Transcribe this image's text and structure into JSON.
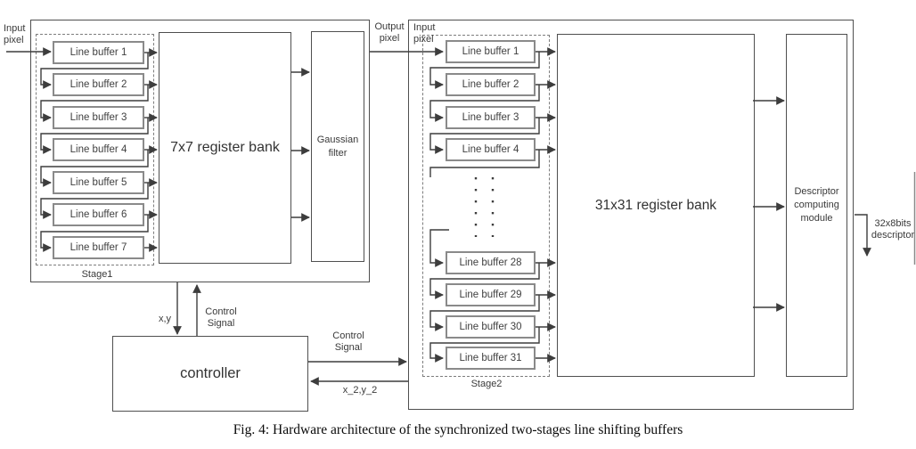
{
  "figure": {
    "caption": "Fig. 4: Hardware architecture of the synchronized two-stages line shifting buffers"
  },
  "stage1": {
    "label": "Stage1",
    "input_label": "Input pixel",
    "line_buffers": [
      "Line buffer 1",
      "Line buffer 2",
      "Line buffer 3",
      "Line buffer 4",
      "Line buffer 5",
      "Line buffer 6",
      "Line buffer 7"
    ],
    "register_bank_label": "7x7 register bank",
    "gaussian_filter_label": "Gaussian filter"
  },
  "interstage": {
    "output_label": "Output pixel"
  },
  "stage2": {
    "label": "Stage2",
    "input_label": "Input pixel",
    "line_buffers_top": [
      "Line buffer 1",
      "Line buffer 2",
      "Line buffer 3",
      "Line buffer 4"
    ],
    "line_buffers_bottom": [
      "Line buffer 28",
      "Line buffer 29",
      "Line buffer 30",
      "Line buffer 31"
    ],
    "register_bank_label": "31x31 register bank",
    "descriptor_module_label": "Descriptor computing module",
    "descriptor_output_label": "32x8bits descriptor"
  },
  "controller": {
    "label": "controller",
    "xy_label": "x,y",
    "control_signal_up_label": "Control Signal",
    "control_signal_right_label": "Control Signal",
    "x2y2_label": "x_2,y_2"
  },
  "colors": {
    "line": "#3d3d3d",
    "box_border": "#4f4f4f",
    "buffer_border": "#8a8a8a",
    "text": "#3a3a3a"
  }
}
